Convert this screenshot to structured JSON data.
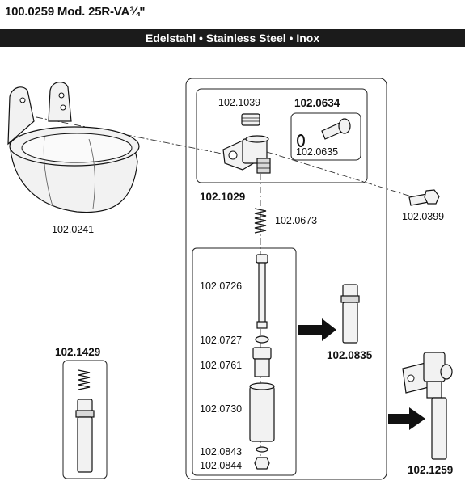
{
  "header": {
    "title": "100.0259 Mod. 25R-VA¾\"",
    "banner": "Edelstahl • Stainless Steel • Inox"
  },
  "parts": {
    "bowl": "102.0241",
    "spring_top": "102.1039",
    "screw_set": "102.0634",
    "oring": "102.0635",
    "valve_body": "102.1029",
    "bolt": "102.0399",
    "spring_mid": "102.0673",
    "pin": "102.0726",
    "washer": "102.0727",
    "nut_top": "102.0761",
    "sleeve": "102.0730",
    "small_washer": "102.0843",
    "small_nut": "102.0844",
    "assembled_valve": "102.0835",
    "kit": "102.1429",
    "full_assembly": "102.1259"
  }
}
